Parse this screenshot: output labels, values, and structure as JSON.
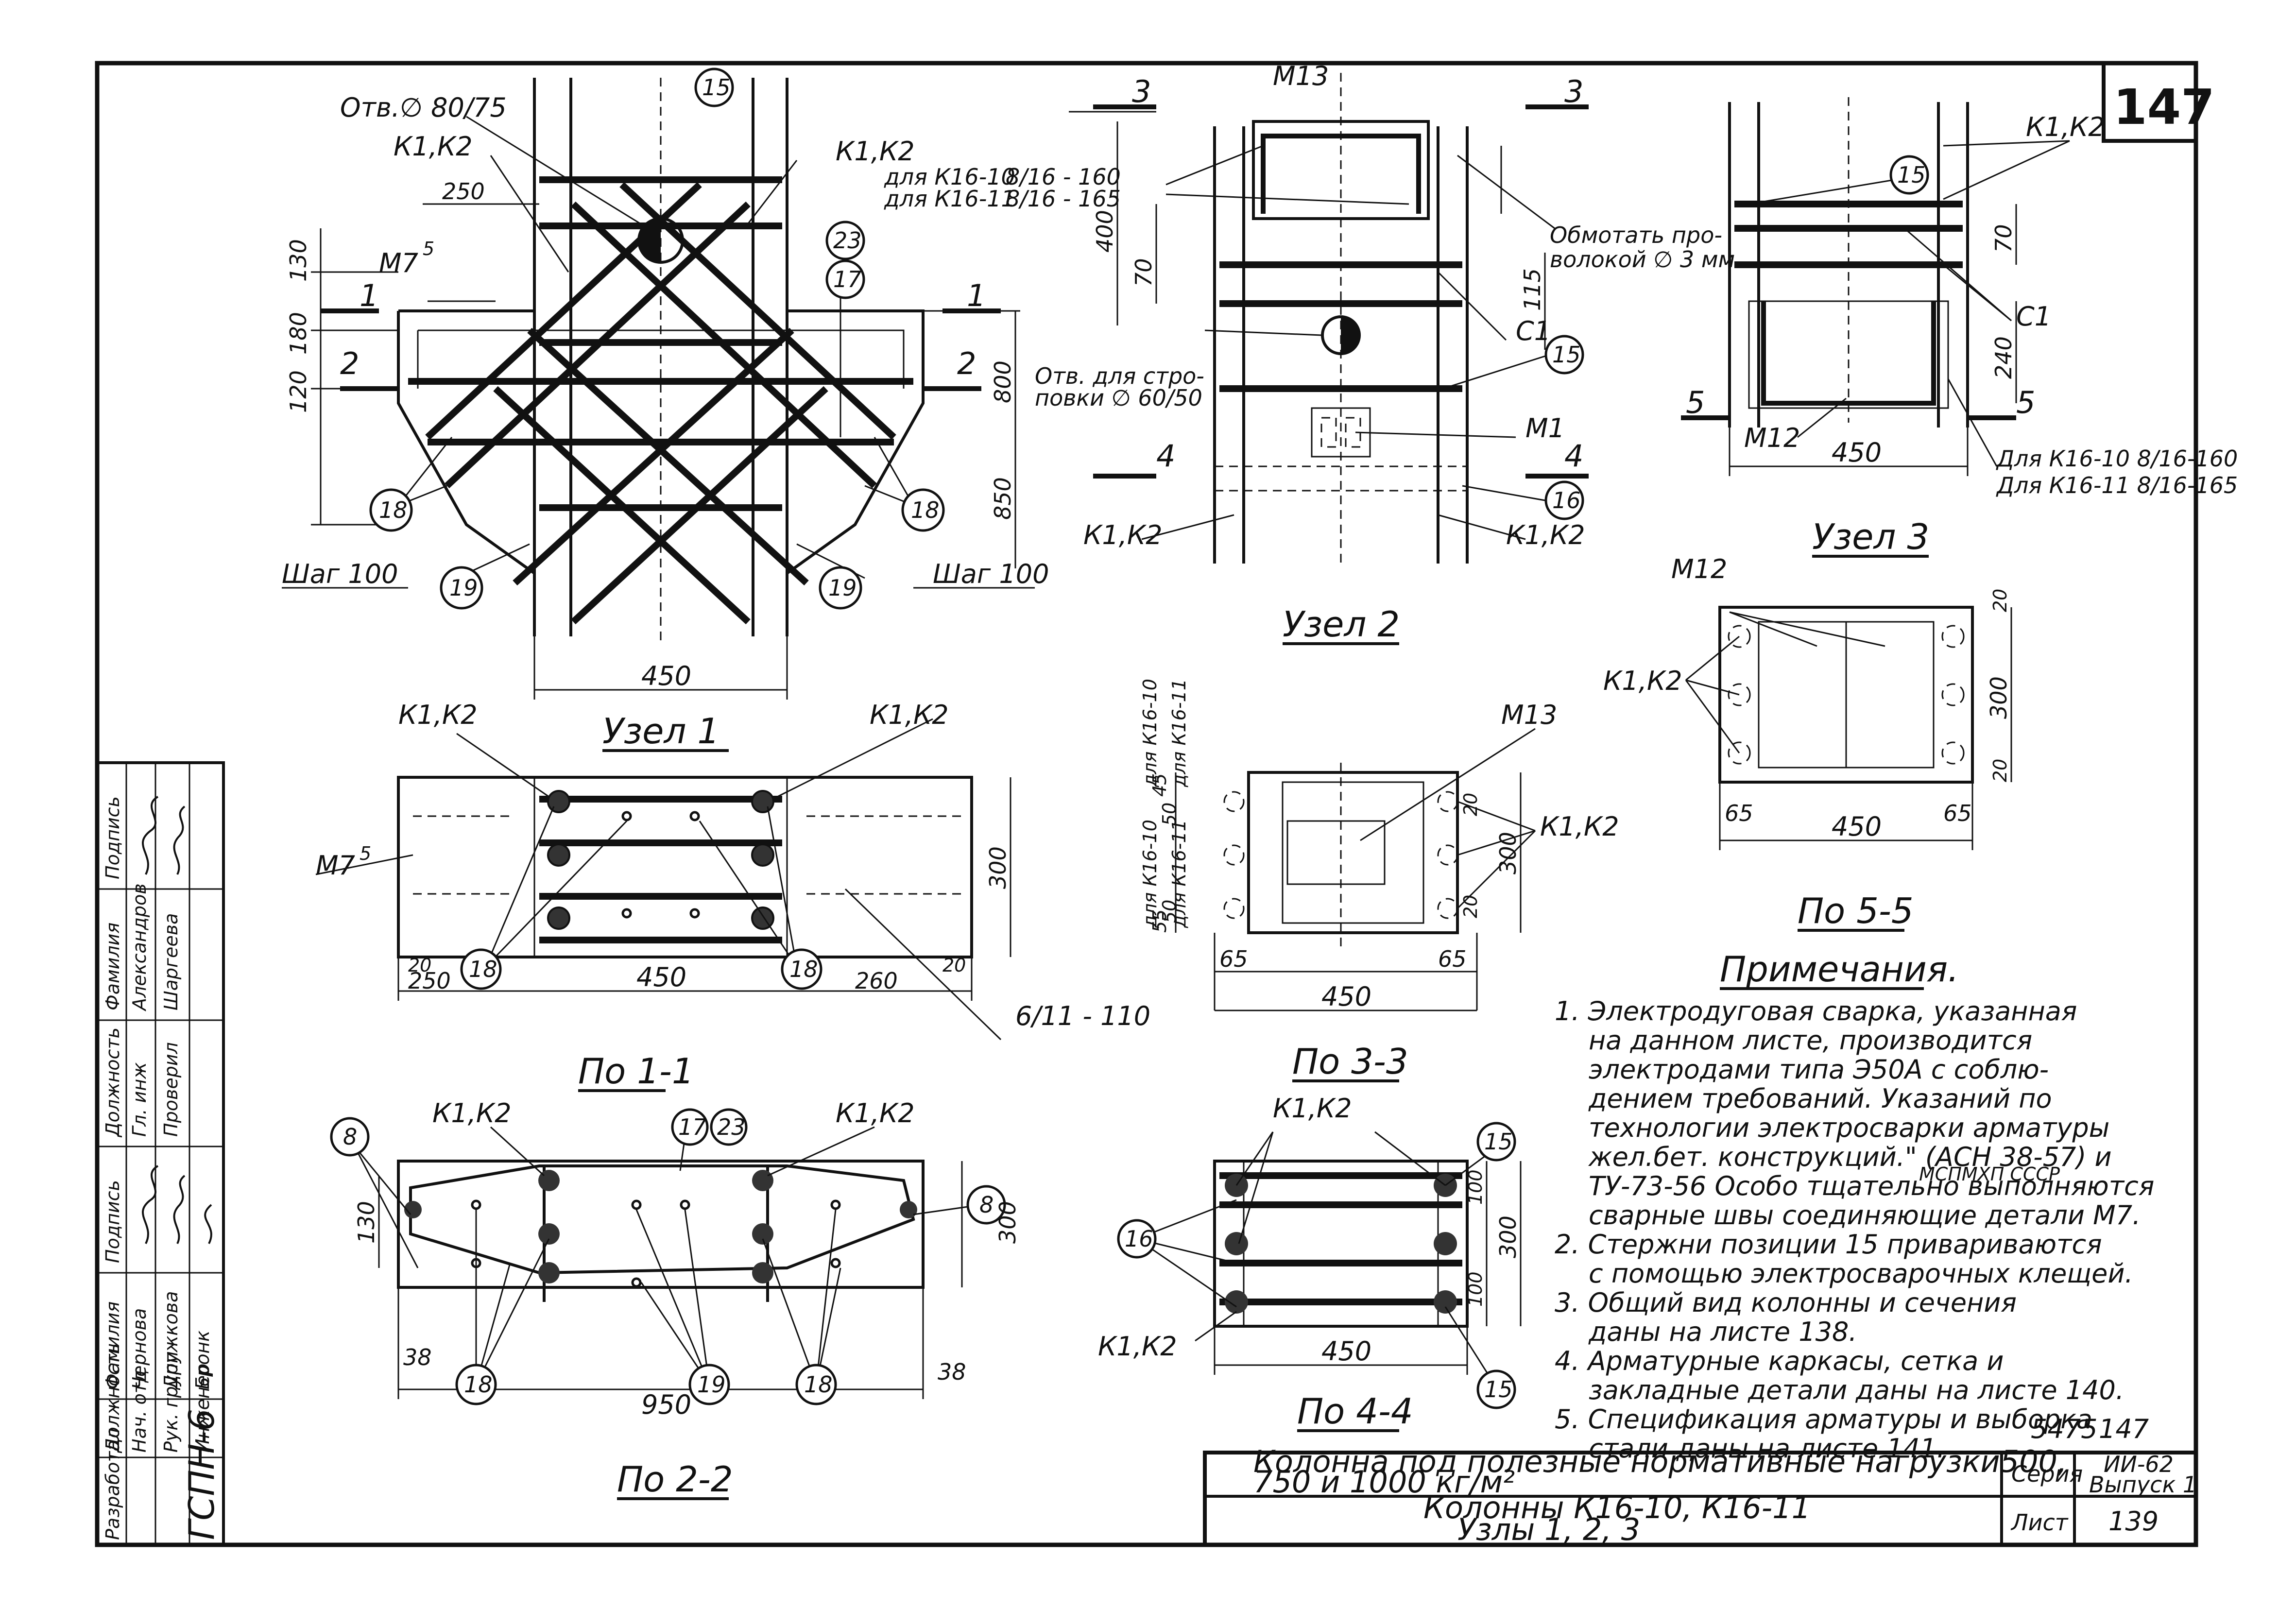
{
  "sheet_number_top": "147",
  "stamp_number": "5475",
  "stamp_sheet": "147",
  "title_block": {
    "title_line1": "Колонна под полезные нормативные нагрузки500,",
    "title_line2": "750 и 1000 кг/м²",
    "subtitle_line1": "Колонны К16-10, К16-11",
    "subtitle_line2": "Узлы 1, 2, 3",
    "series_label": "Серия",
    "series_value": "ИИ-62",
    "issue_value": "Выпуск 1",
    "sheet_label": "Лист",
    "sheet_value": "139"
  },
  "side_stamp": {
    "org": "ГСПН-6",
    "developed": "Разработал",
    "rows": [
      {
        "position": "Должность",
        "surname": "Фамилия",
        "signature": "Подпись"
      },
      {
        "position": "Нач. отд",
        "surname": "Чернова",
        "signature": ""
      },
      {
        "position": "Рук. групп",
        "surname": "Дружкова",
        "signature": ""
      },
      {
        "position": "Инженер",
        "surname": "Бронк",
        "signature": ""
      }
    ],
    "rows2": [
      {
        "position": "Должность",
        "surname": "Фамилия",
        "signature": "Подпись"
      },
      {
        "position": "Гл. инж",
        "surname": "Александров",
        "signature": ""
      },
      {
        "position": "Проверил",
        "surname": "Шаргеева",
        "signature": ""
      }
    ]
  },
  "views": {
    "node1": {
      "title": "Узел 1",
      "labels": {
        "opening": "Отв.∅ 80/75",
        "k1k2_left": "К1,К2",
        "k1k2_right": "К1,К2",
        "dim_250": "250",
        "m7": "М7",
        "m7_sup": "5",
        "dim_130": "130",
        "dim_180": "180",
        "dim_120": "120",
        "dim_800": "800",
        "dim_850": "850",
        "dim_450": "450",
        "sec1": "1",
        "sec2": "2",
        "step_left": "Шаг 100",
        "step_right": "Шаг 100",
        "pos15": "15",
        "pos23": "23",
        "pos17": "17",
        "pos18a": "18",
        "pos18b": "18",
        "pos19a": "19",
        "pos19b": "19"
      }
    },
    "node2": {
      "title": "Узел 2",
      "labels": {
        "m13": "М13",
        "sec3": "3",
        "k1610": "для К16-10",
        "k1610_frac": "8/16 - 160",
        "k1611": "для К16-11",
        "k1611_frac": "8/16 - 165",
        "wrap": "Обмотать про-",
        "wrap2": "волокой ∅ 3 мм",
        "dim_400": "400",
        "dim_70": "70",
        "dim_115": "115",
        "c1": "С1",
        "opening": "Отв. для стро-",
        "opening2": "повки ∅ 60/50",
        "pos15": "15",
        "m1": "М1",
        "sec4": "4",
        "pos16": "16",
        "k1k2_left": "К1,К2",
        "k1k2_right": "К1,К2"
      }
    },
    "node3": {
      "title": "Узел 3",
      "labels": {
        "k1k2": "К1,К2",
        "pos15": "15",
        "c1": "С1",
        "sec5": "5",
        "m12": "М12",
        "dim_450": "450",
        "dim_70": "70",
        "dim_240": "240",
        "k1610": "Для К16-10 8/16-160",
        "k1611": "Для К16-11 8/16-165"
      }
    },
    "sec11": {
      "title": "По 1-1",
      "labels": {
        "k1k2_left": "К1,К2",
        "k1k2_right": "К1,К2",
        "m7": "М7",
        "m7_sup": "5",
        "dim_300": "300",
        "dim_20a": "20",
        "dim_20b": "20",
        "dim_250": "250",
        "dim_450": "450",
        "dim_260": "260",
        "frac": "6/11 - 110",
        "pos18a": "18",
        "pos18b": "18"
      }
    },
    "sec22": {
      "title": "По 2-2",
      "labels": {
        "k1k2_left": "К1,К2",
        "k1k2_right": "К1,К2",
        "pos8a": "8",
        "pos8b": "8",
        "pos17": "17",
        "pos23": "23",
        "dim_130": "130",
        "dim_300": "300",
        "dim_38a": "38",
        "dim_38b": "38",
        "dim_950": "950",
        "pos18a": "18",
        "pos19": "19",
        "pos18b": "18"
      }
    },
    "sec33": {
      "title": "По 3-3",
      "labels": {
        "m13": "М13",
        "k1610a": "для К16-10",
        "k1611a": "для К16-11",
        "k1610b": "для К16-10",
        "k1611b": "для К16-11",
        "k1k2": "К1,К2",
        "dim_65a": "65",
        "dim_65b": "65",
        "dim_450": "450",
        "dim_300": "300",
        "dim_20a": "20",
        "dim_20b": "20",
        "dim_45": "45",
        "dim_50a": "50",
        "dim_50b": "50",
        "dim_55": "55"
      }
    },
    "sec44": {
      "title": "По 4-4",
      "labels": {
        "k1k2_top": "К1,К2",
        "k1k2_bottom": "К1,К2",
        "pos15a": "15",
        "pos15b": "15",
        "pos16": "16",
        "dim_450": "450",
        "dim_100a": "100",
        "dim_100b": "100",
        "dim_300": "300"
      }
    },
    "sec55": {
      "title": "По 5-5",
      "labels": {
        "m12": "М12",
        "k1k2": "К1,К2",
        "dim_20a": "20",
        "dim_20b": "20",
        "dim_300": "300",
        "dim_65a": "65",
        "dim_65b": "65",
        "dim_450": "450"
      }
    }
  },
  "notes": {
    "title": "Примечания.",
    "lines": [
      "1. Электродуговая сварка, указанная",
      "на данном листе, производится",
      "электродами типа Э50А с соблю-",
      "дением требований. Указаний по",
      "технологии электросварки арматуры",
      "жел.бет. конструкций.\" (АСН 38-57) и",
      "ТУ-73-56 Особо тщательно выполняются",
      "сварные швы соединяющие детали М7.",
      "2. Стержни позиции 15 привариваются",
      "с помощью электросварочных клещей.",
      "3. Общий вид колонны и сечения",
      "даны на листе 138.",
      "4. Арматурные каркасы, сетка и",
      "закладные детали даны на листе 140.",
      "5. Спецификация арматуры и выборка",
      "стали даны на листе 141."
    ],
    "stamp_small": "МСПМХП СССР"
  }
}
